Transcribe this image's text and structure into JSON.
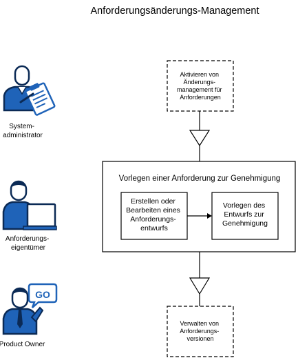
{
  "title": "Anforderungsänderungs-Management",
  "roles": [
    {
      "label_lines": [
        "System-",
        "administrator"
      ]
    },
    {
      "label_lines": [
        "Anforderungs-",
        "eigentümer"
      ]
    },
    {
      "label_lines": [
        "Product Owner"
      ]
    }
  ],
  "go_sign": "GO",
  "steps": {
    "activate": {
      "lines": [
        "Aktivieren von",
        "Änderungs-",
        "management für",
        "Anforderungen"
      ]
    },
    "group": {
      "title": "Vorlegen einer Anforderung zur Genehmigung"
    },
    "create_edit": {
      "lines": [
        "Erstellen oder",
        "Bearbeiten eines",
        "Anforderungs-",
        "entwurfs"
      ]
    },
    "submit_draft": {
      "lines": [
        "Vorlegen des",
        "Entwurfs zur",
        "Genehmigung"
      ]
    },
    "manage_versions": {
      "lines": [
        "Verwalten von",
        "Anforderungs-",
        "versionen"
      ]
    }
  },
  "colors": {
    "icon_blue": "#1f63b8",
    "icon_dark": "#0b2a55",
    "skin": "#ffffff",
    "line": "#000000"
  }
}
